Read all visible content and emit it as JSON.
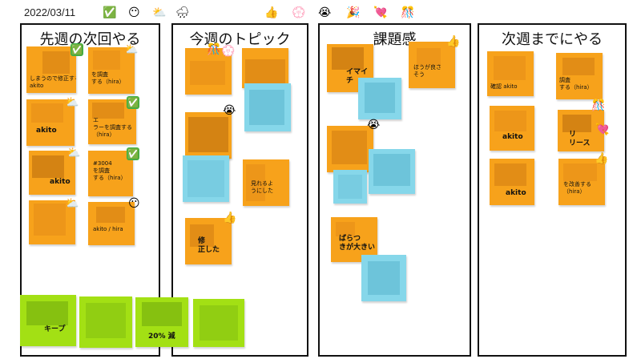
{
  "header": {
    "date": "2022/03/11",
    "emojis": [
      "✅",
      "😶",
      "⛅",
      "🌧",
      "👍",
      "💮",
      "😭",
      "🎉",
      "💘",
      "🎊"
    ]
  },
  "columns": [
    {
      "title": "先週の次回やる"
    },
    {
      "title": "今週のトピック"
    },
    {
      "title": "課題感"
    },
    {
      "title": "次週までにやる"
    }
  ],
  "notes": {
    "c1": [
      "しまうので修正する\nakito",
      "を調査\nする（hira）",
      "akito",
      "エ\nラーを調査する\n（hira）",
      "akito",
      "#3004\nを調査\nする（hira）",
      "akito / hira",
      ""
    ],
    "c2": [
      "",
      "",
      "",
      "見れるよ\nうにした",
      "修\n正した"
    ],
    "c3": [
      "イマイ\nチ",
      "ほうが良さ\nそう",
      "ばらつ\nきが大きい"
    ],
    "c4": [
      "確認 akito",
      "調査\nする（hira）",
      "akito",
      "リ\nリース",
      "akito",
      "を改善する\n（hira）"
    ],
    "green": [
      "キープ",
      "",
      "20% 減",
      ""
    ]
  },
  "badges": {
    "check": "✅",
    "cloud": "⛅",
    "neutral": "😶",
    "thumb": "👍",
    "cry": "😭",
    "party": "🎊",
    "flower": "💮",
    "heart": "💘"
  }
}
